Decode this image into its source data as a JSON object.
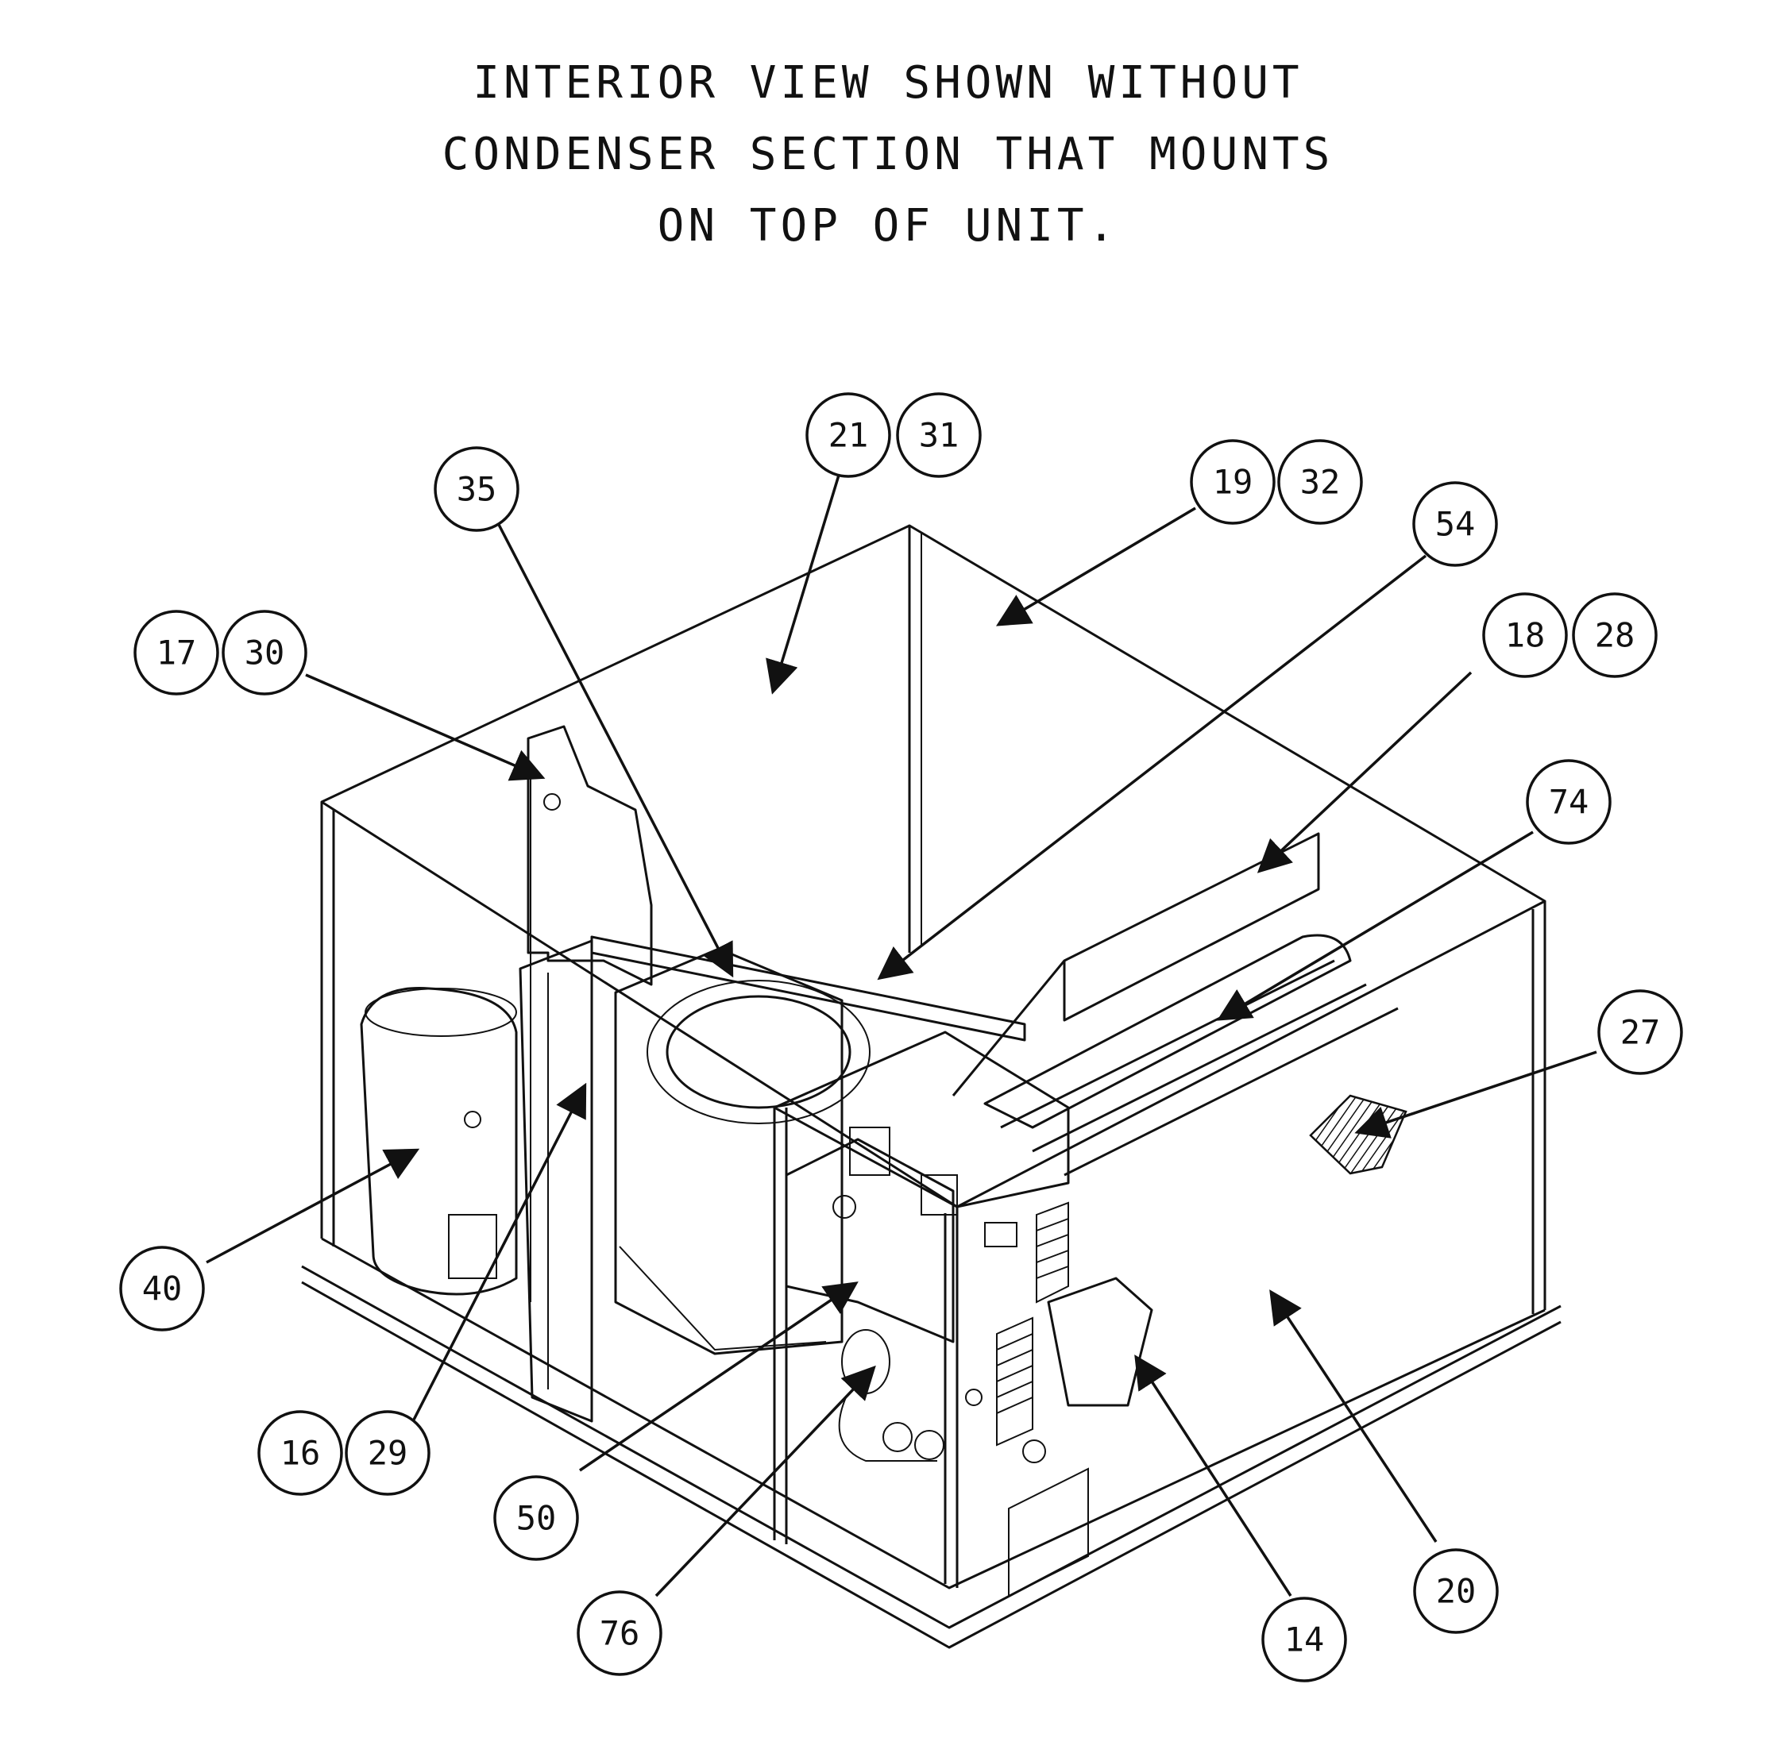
{
  "title": {
    "lines": [
      "INTERIOR VIEW SHOWN WITHOUT",
      "CONDENSER SECTION THAT MOUNTS",
      "ON TOP OF UNIT."
    ]
  },
  "callouts": [
    {
      "id": "c21",
      "label": "21"
    },
    {
      "id": "c31",
      "label": "31"
    },
    {
      "id": "c35",
      "label": "35"
    },
    {
      "id": "c19",
      "label": "19"
    },
    {
      "id": "c32",
      "label": "32"
    },
    {
      "id": "c54",
      "label": "54"
    },
    {
      "id": "c17",
      "label": "17"
    },
    {
      "id": "c30",
      "label": "30"
    },
    {
      "id": "c18",
      "label": "18"
    },
    {
      "id": "c28",
      "label": "28"
    },
    {
      "id": "c74",
      "label": "74"
    },
    {
      "id": "c27",
      "label": "27"
    },
    {
      "id": "c40",
      "label": "40"
    },
    {
      "id": "c16",
      "label": "16"
    },
    {
      "id": "c29",
      "label": "29"
    },
    {
      "id": "c50",
      "label": "50"
    },
    {
      "id": "c76",
      "label": "76"
    },
    {
      "id": "c14",
      "label": "14"
    },
    {
      "id": "c20",
      "label": "20"
    }
  ]
}
